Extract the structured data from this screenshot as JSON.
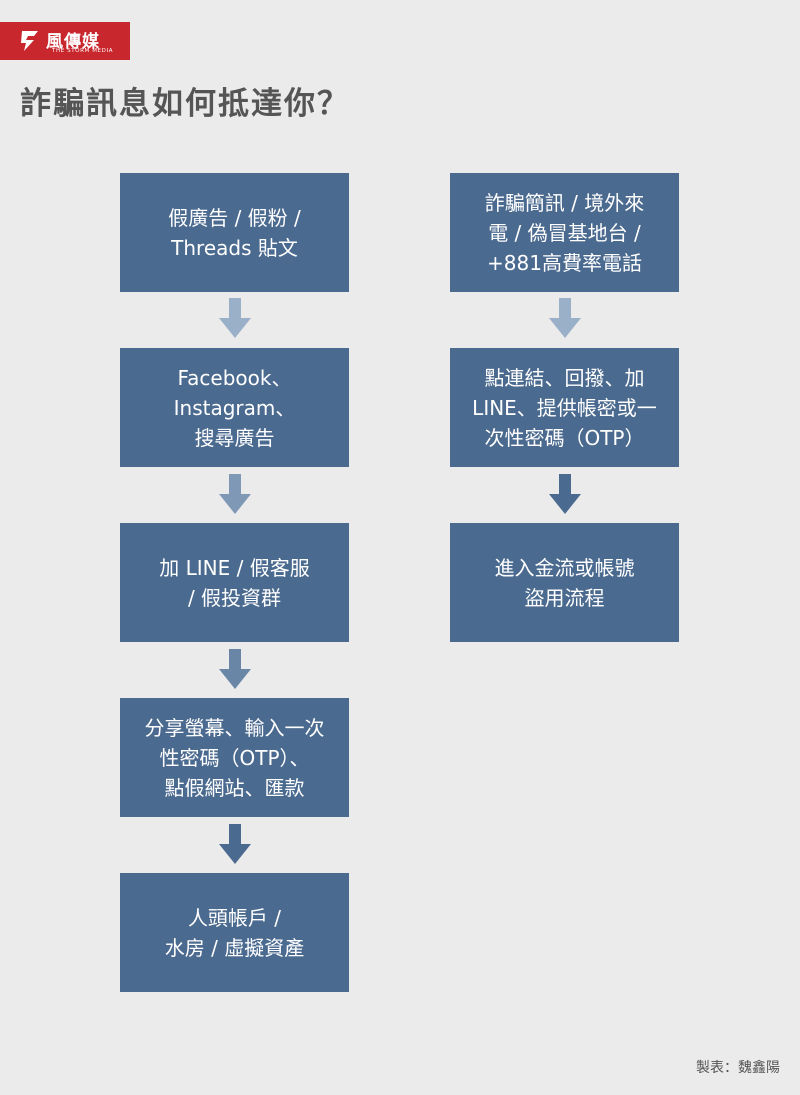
{
  "brand": {
    "name_cn": "風傳媒",
    "name_en": "THE STORM MEDIA",
    "color": "#c8272d"
  },
  "title": "詐騙訊息如何抵達你？",
  "left_flow": [
    "假廣告 / 假粉 /\nThreads 貼文",
    "Facebook、\nInstagram、\n搜尋廣告",
    "加 LINE / 假客服\n/ 假投資群",
    "分享螢幕、輸入一次\n性密碼（OTP）、\n點假網站、匯款",
    "人頭帳戶 /\n水房 / 虛擬資產"
  ],
  "right_flow": [
    "詐騙簡訊 / 境外來\n電 / 偽冒基地台 /\n+881高費率電話",
    "點連結、回撥、加\nLINE、提供帳密或一\n次性密碼（OTP）",
    "進入金流或帳號\n盜用流程"
  ],
  "colors": {
    "background": "#ebebeb",
    "box": "#4b6a8f",
    "arrow_light": "#9ab0c8",
    "arrow_mid": "#6f8aaa",
    "arrow_dark": "#4b6a8f"
  },
  "credit": "製表：魏鑫陽"
}
